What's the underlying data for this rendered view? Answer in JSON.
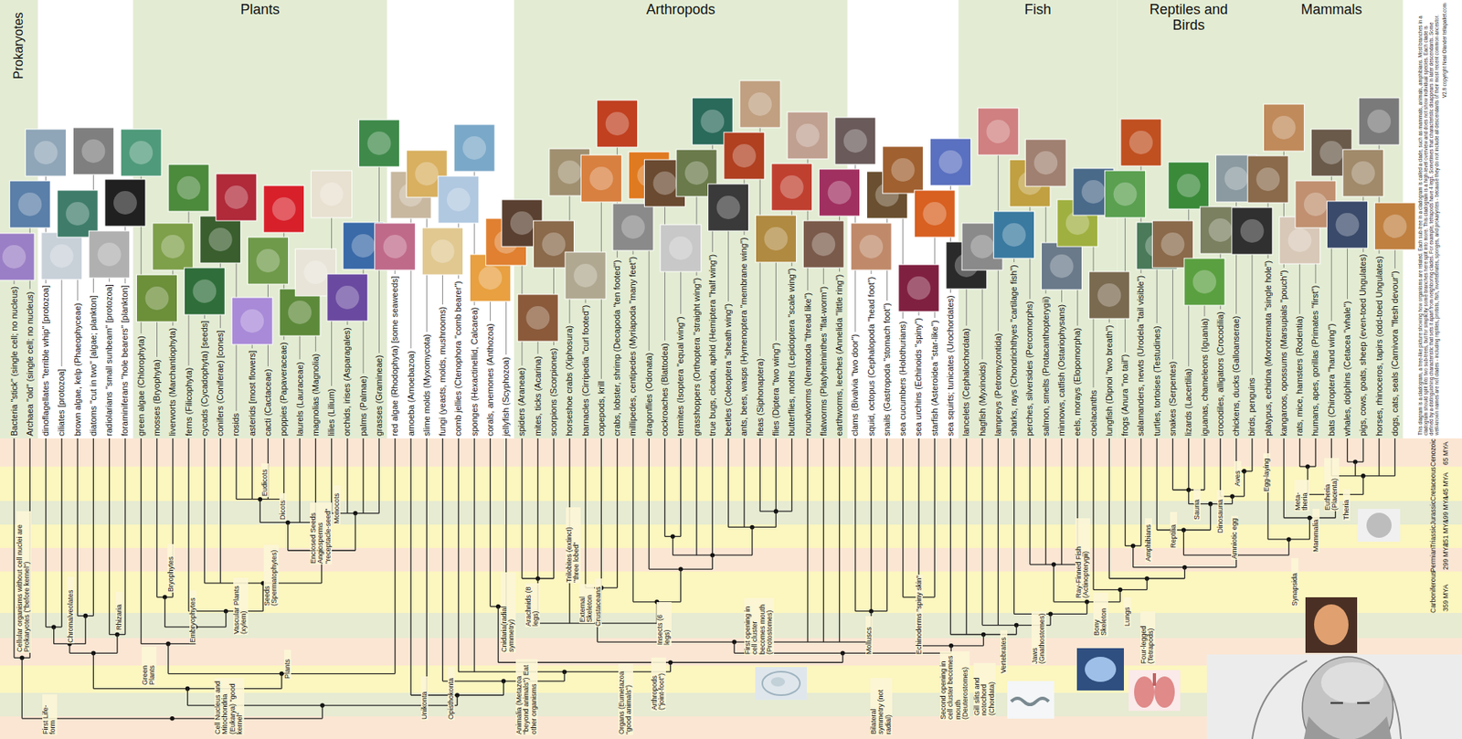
{
  "diagram": {
    "nodes": [
      {
        "text": [
          "Prokaryotes"
        ]
      },
      {
        "text": [
          "Plants"
        ]
      },
      {
        "text": [
          "Arthropods"
        ]
      },
      {
        "text": [
          "Fish"
        ]
      },
      {
        "text": [
          "Reptiles and Birds"
        ]
      },
      {
        "text": [
          "Mammals"
        ]
      }
    ],
    "labels": [
      "Bacteria \"stick\" (single cell; no nucleus)",
      "Archaea \"old\" (single cell; no nucleus)",
      "dinoflagellates \"terrible whip\" [protozoa]",
      "ciliates [protozoa]",
      "brown algae, kelp (Phaeophyceae)",
      "diatoms \"cut in two\" [algae; plankton]",
      "radiolarians \"small sunbeam\" [protozoa]",
      "foraminiferans \"hole bearers\" [plankton]",
      "green algae (Chlorophyta)",
      "mosses (Bryophyta)",
      "liverworts (Marchantiophyta)",
      "ferns (Filicophyta)",
      "cycads (Cycadophyta) [seeds]",
      "conifers (Coniferae) [cones]",
      "rosids",
      "asterids [most flowers]",
      "cacti (Cactaceae)",
      "poppies (Papaveraceae)",
      "laurels (Lauraceae)",
      "magnolias (Magnolia)",
      "lilies (Lilium)",
      "orchids, irises (Asparagales)",
      "palms (Palmae)",
      "grasses (Gramineae)",
      "red algae (Rhodophyta) [some seaweeds]",
      "amoeba (Amoebazoa)",
      "slime molds (Myxomycota)",
      "fungi (yeasts, molds, mushrooms)",
      "comb jellies (Ctenophora \"comb bearer\")",
      "sponges (Hexactinellid, Calcarea)",
      "corals, anemones (Anthozoa)",
      "jellyfish (Scyphozoa)",
      "spiders (Araneae)",
      "mites, ticks (Acarina)",
      "scorpions (Scorpiones)",
      "horseshoe crabs (Xiphosura)",
      "barnacles (Cirripedia \"curl footed\")",
      "copepods, krill",
      "crabs, lobster, shrimp (Decapoda \"ten footed\")",
      "millipedes, centipedes (Myriapoda \"many feet\")",
      "dragonflies (Odonata)",
      "cockroaches (Blattodea)",
      "termites (Isoptera \"equal wing\")",
      "grasshoppers (Orthoptera \"straight wing\")",
      "true bugs, cicada, aphid (Hemiptera \"half wing\")",
      "beetles (Coleoptera \"sheath wing\")",
      "ants, bees, wasps (Hymenoptera \"membrane wing\")",
      "fleas (Siphonaptera)",
      "flies (Diptera \"two wing\")",
      "butterflies, moths (Lepidoptera \"scale wing\")",
      "roundworms (Nematoda \"thread like\")",
      "flatworms (Platyhelminthes \"flat-worm\")",
      "earthworms, leeches (Annelida \"little ring\")",
      "clams (Bivalvia \"two door\")",
      "squid, octopus (Cephalopoda \"head foot\")",
      "snails (Gastropoda \"stomach foot\")",
      "sea cucumbers (Holothurians)",
      "sea urchins (Echinoids \"spiny\")",
      "starfish (Asteroidea \"star-like\")",
      "sea squirts; tunicates (Urochordates)",
      "lancelets (Cephalochordata)",
      "hagfish (Myxinoids)",
      "lampreys (Petromyzontida)",
      "sharks, rays (Chondrichthyes \"cartilage fish\")",
      "perches, silversides (Percomorphs)",
      "salmon, smelts (Protacanthopterygii)",
      "minnows, catfish (Ostariophysans)",
      "eels, morays (Elopomorpha)",
      "coelacanths",
      "lungfish (Dipnoi \"two breath\")",
      "frogs (Anura \"no tail\")",
      "salamanders, newts (Urodela \"tail visible\")",
      "turtles, tortoises (Testudines)",
      "snakes (Serpentes)",
      "lizards (Lacertilia)",
      "iguanas, chameleons (Iguania)",
      "crocodiles, alligators (Crocodilia)",
      "chickens, ducks (Galloanserae)",
      "birds, penguins",
      "platypus, echidna (Monotremata \"single hole\")",
      "kangaroos, opossums (Marsupials \"pouch\")",
      "rats, mice, hamsters (Rodentia)",
      "humans, apes, gorillas (Primates \"first\")",
      "bats (Chiroptera \"hand wing\")",
      "whales, dolphins (Cetacea \"whale\")",
      "pigs, cows, goats, sheep (even-toed Ungulates)",
      "horses, rhinoceros, tapirs (odd-toed Ungulates)",
      "dogs, cats, seals (Carnivora \"flesh devour\")",
      "Cellular organisms without cell nuclei are Prokaryotes (\"before kernel\")",
      "First Life-form",
      "Cell Nucleus and Mitochondria (Eukarya) \"good kernel\"",
      "Chromalveolates",
      "Rhizaria",
      "Green Plants",
      "Bryophytes",
      "Embryophytes",
      "Vascular Plants (xylem)",
      "Plants",
      "Seeds (Spermatophytes)",
      "Enclosed Seeds Angiosperms \"receptacle-seed\"",
      "Dicots",
      "Eudicots",
      "Monocots",
      "Unikonta",
      "Opisthokonta",
      "Animalia (Metazoa \"beyond animals\") Eat other organisms",
      "Cnidaria(radial symmetry)",
      "Organs (Eumetazoa \"good animals\")",
      "Arachnids (8 legs)",
      "Trilobites (extinct) \"three lobed\"",
      "External Skeleton",
      "Crustaceans",
      "Arthropods (\"joint-foot\")",
      "Insects (6 legs)",
      "First opening in cell cluster becomes mouth (Protostomes)",
      "Molluscs",
      "Bilateral symmetry (not radial)",
      "Echinoderms \"spiny skin\"",
      "Second opening in cell cluster becomes mouth (Deuterostomes)",
      "Gill slits and notochord (Chordata)",
      "Vertebrates",
      "Jaws (Gnathostomes)",
      "Ray-Finned Fish (Actinopterygii)",
      "Bony Skeleton",
      "Lungs",
      "Four-legged (Tetrapods)",
      "Amphibians",
      "Amniotic egg",
      "Reptilia",
      "Sauria",
      "Dinosauria",
      "Aves",
      "Egg-laying",
      "Synapsida",
      "Mammalia",
      "Meta-theria",
      "Theria",
      "Eutheria (Placenta)",
      "Cenozoic",
      "Cretaceous",
      "Jurassic",
      "Triassic",
      "Permian",
      "Carboniferous",
      "65 MYA",
      "145 MYA",
      "199 MYA",
      "251 MYA",
      "299 MYA",
      "359 MYA",
      "This diagram is a cladogram, a tree-like picture showing how organisms are related. Each sub-tree in a cladogram is called a clade, such as mammals, animals, amphibians. Most branches in a cladogram should split into two sub-trees, but for simplicity some branches here split into more. This cladogram is a high-level overview and does not show individual species. Each clade is defined by a distinguishing characteristic that sets it apart from neighboring clades. For example, tetrapods have 4 legs. Sometimes that characteristic disappears in later descendants. Some well-known names are not clades - including reptiles, protists, fish, invertebrates, sponges, and prokaryotes - because they do not include all descendants of their most recent common ancestor.",
      "V2.8 copyright Neal Olander tellapallet.com"
    ]
  }
}
